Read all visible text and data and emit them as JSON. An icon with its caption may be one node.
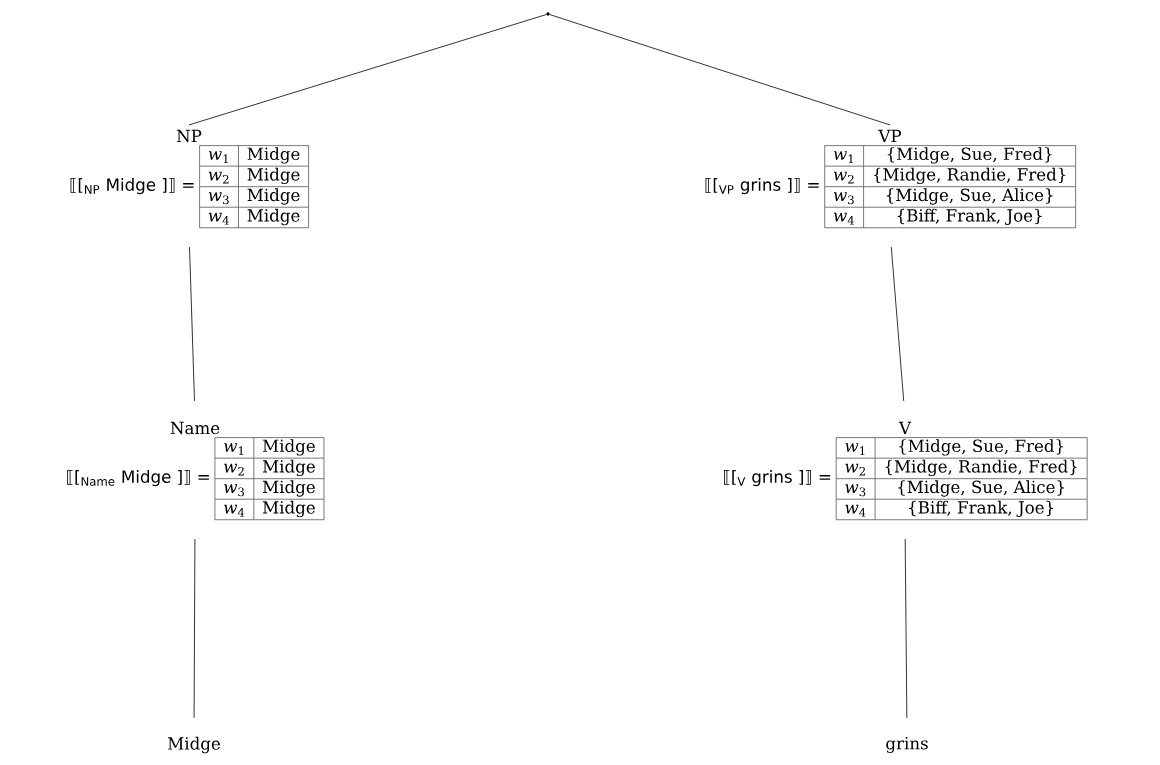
{
  "diagram": {
    "nodes": [
      {
        "text": [],
        "shape": "point"
      },
      {
        "text": [
          "NP",
          "⟦[$_{NP}$ Midge ]⟧ ="
        ]
      },
      {
        "text": [
          "VP",
          "⟦[$_{VP}$ grins ]⟧ ="
        ]
      },
      {
        "text": [
          "Name",
          "⟦[$_{Name}$ Midge ]⟧ ="
        ]
      },
      {
        "text": [
          "V",
          "⟦[$_{V}$ grins ]⟧ ="
        ]
      },
      {
        "text": [
          "Midge"
        ]
      },
      {
        "text": [
          "grins"
        ]
      }
    ],
    "edges": [
      {
        "from": 0,
        "to": 1,
        "arrow": "none"
      },
      {
        "from": 0,
        "to": 2,
        "arrow": "none"
      },
      {
        "from": 1,
        "to": 3,
        "arrow": "none"
      },
      {
        "from": 2,
        "to": 4,
        "arrow": "none"
      },
      {
        "from": 3,
        "to": 5,
        "arrow": "none"
      },
      {
        "from": 4,
        "to": 6,
        "arrow": "none"
      }
    ],
    "labels": [
      "*w*$_{1}$",
      "Midge",
      "*w*$_{2}$",
      "Midge",
      "*w*$_{3}$",
      "Midge",
      "*w*$_{4}$",
      "Midge",
      "*w*$_{1}$",
      "{Midge, Sue, Fred}",
      "*w*$_{2}$",
      "{Midge, Randie, Fred}",
      "*w*$_{3}$",
      "{Midge, Sue, Alice}",
      "*w*$_{4}$",
      "{Biff, Frank, Joe}",
      "*w*$_{1}$",
      "Midge",
      "*w*$_{2}$",
      "Midge",
      "*w*$_{3}$",
      "Midge",
      "*w*$_{4}$",
      "Midge",
      "*w*$_{1}$",
      "{Midge, Sue, Fred}",
      "*w*$_{2}$",
      "{Midge, Randie, Fred}",
      "*w*$_{3}$",
      "{Midge, Sue, Alice}",
      "*w*$_{4}$",
      "{Biff, Frank, Joe}"
    ]
  }
}
